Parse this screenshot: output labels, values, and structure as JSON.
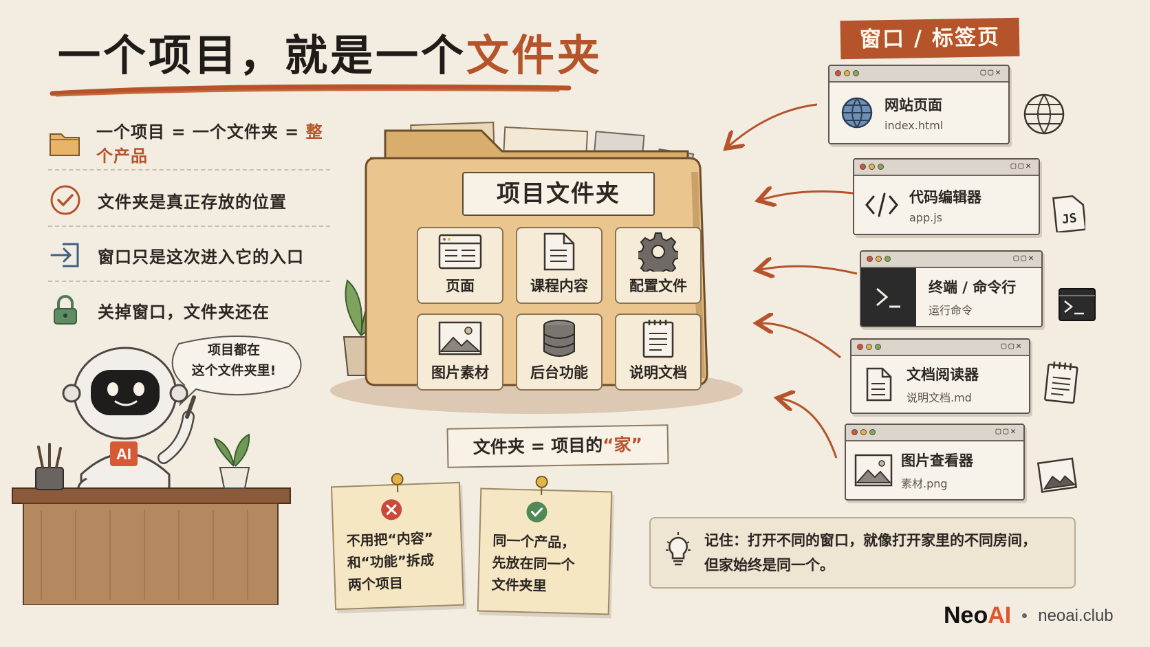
{
  "title": {
    "part1": "一个项目，就是一个",
    "accent": "文件夹"
  },
  "features": [
    {
      "icon": "folder-icon",
      "text_a": "一个项目 = 一个文件夹 = ",
      "text_b": "整个产品"
    },
    {
      "icon": "check-circle-icon",
      "text": "文件夹是真正存放的位置"
    },
    {
      "icon": "enter-icon",
      "text": "窗口只是这次进入它的入口"
    },
    {
      "icon": "lock-icon",
      "text": "关掉窗口，文件夹还在"
    }
  ],
  "robot": {
    "bubble_line1": "项目都在",
    "bubble_line2": "这个文件夹里!",
    "chest": "AI"
  },
  "folder": {
    "label": "项目文件夹",
    "tiles": [
      "页面",
      "课程内容",
      "配置文件",
      "图片素材",
      "后台功能",
      "说明文档"
    ],
    "tile_icons": [
      "browser-icon",
      "document-icon",
      "gear-icon",
      "image-icon",
      "database-icon",
      "notepad-icon"
    ],
    "caption_a": "文件夹 = 项目的",
    "caption_b": "“家”"
  },
  "windows_badge": "窗口 / 标签页",
  "windows": [
    {
      "name": "网站页面",
      "sub": "index.html",
      "icon": "globe-icon",
      "side_icon": "globe-icon"
    },
    {
      "name": "代码编辑器",
      "sub": "app.js",
      "icon": "code-icon",
      "side_icon": "js-file-icon",
      "side_text": "JS"
    },
    {
      "name": "终端 / 命令行",
      "sub": "运行命令",
      "icon": "terminal-icon",
      "side_icon": "terminal-icon"
    },
    {
      "name": "文档阅读器",
      "sub": "说明文档.md",
      "icon": "document-icon",
      "side_icon": "notepad-icon"
    },
    {
      "name": "图片查看器",
      "sub": "素材.png",
      "icon": "image-icon",
      "side_icon": "photo-icon"
    }
  ],
  "window_controls": "▢▢✕",
  "notes": [
    {
      "icon": "cross-icon",
      "lines": [
        "不用把“内容”",
        "和“功能”拆成",
        "两个项目"
      ]
    },
    {
      "icon": "check-icon",
      "lines": [
        "同一个产品，",
        "先放在同一个",
        "文件夹里"
      ]
    }
  ],
  "tip": {
    "line1": "记住：打开不同的窗口，就像打开家里的不同房间，",
    "line2": "但家始终是同一个。"
  },
  "brand": {
    "neo": "Neo",
    "ai": "AI",
    "url": "neoai.club"
  },
  "colors": {
    "accent": "#b5532b",
    "background": "#f3ece0",
    "folder": "#e7c48d",
    "check_green": "#4f8a56",
    "cross_red": "#c94a3a"
  }
}
